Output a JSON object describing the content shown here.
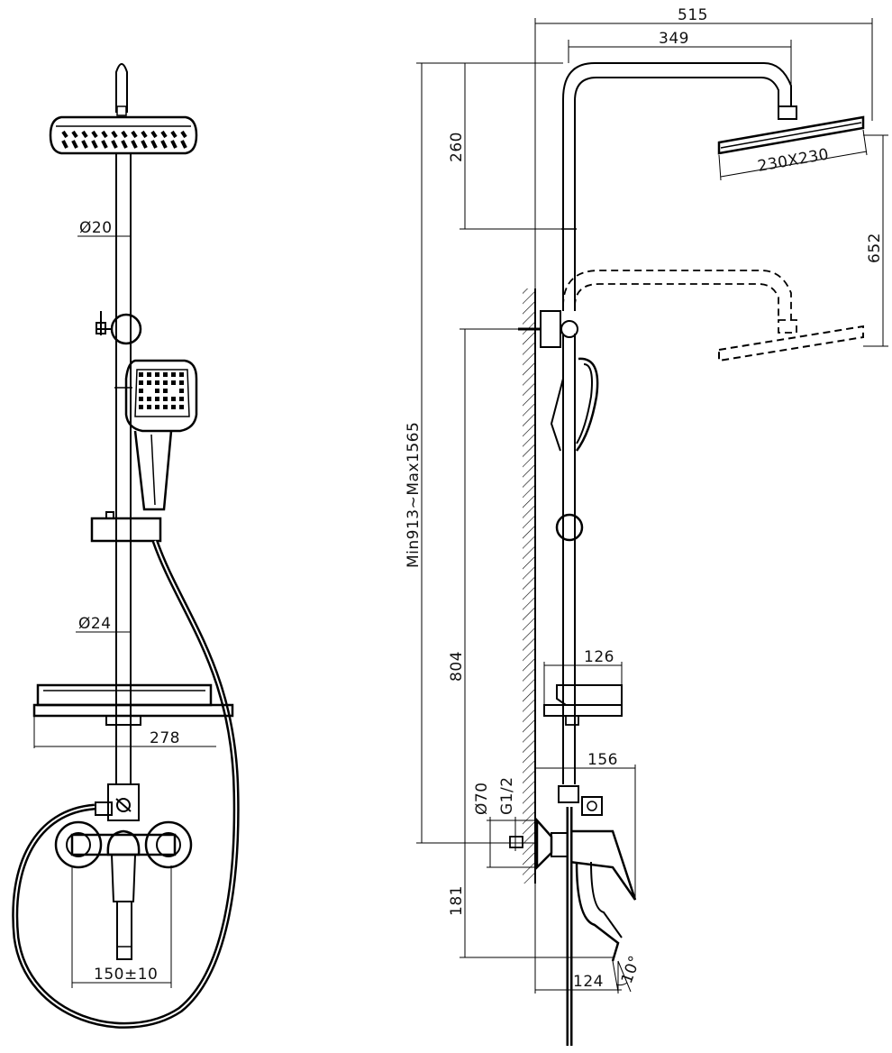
{
  "colors": {
    "line": "#000000",
    "background": "#ffffff",
    "hatch": "#000000"
  },
  "front_view": {
    "dims": {
      "rail_upper_dia": "Ø20",
      "rail_lower_dia": "Ø24",
      "shelf_width": "278",
      "mixer_centers": "150±10"
    }
  },
  "side_view": {
    "dims": {
      "overall_reach": "515",
      "arm_reach": "349",
      "arm_height": "260",
      "head_size": "230X230",
      "head_travel": "652",
      "height_range": "Min913~Max1565",
      "mixer_to_bracket": "804",
      "shelf_depth": "126",
      "mixer_depth": "156",
      "mixer_plate_dia": "Ø70",
      "inlet_thread": "G1/2",
      "spout_height": "181",
      "spout_reach": "124",
      "spout_angle": "10°"
    }
  }
}
